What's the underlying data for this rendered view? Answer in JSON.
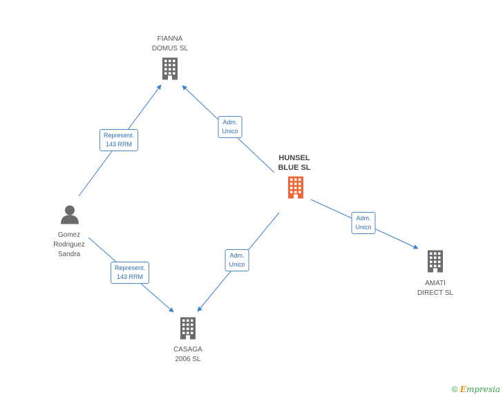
{
  "colors": {
    "edge": "#3a7fc9",
    "node": "#6b6b6b",
    "focus": "#f26835",
    "brand": "#3aa34b"
  },
  "nodes": [
    {
      "id": "fianna",
      "label": "FIANNA\nDOMUS SL",
      "icon": "building-icon"
    },
    {
      "id": "hunsel",
      "label": "HUNSEL\nBLUE SL",
      "icon": "building-icon",
      "focus": true
    },
    {
      "id": "gomez",
      "label": "Gomez\nRodriguez\nSandra",
      "icon": "person-icon"
    },
    {
      "id": "amati",
      "label": "AMATI\nDIRECT SL",
      "icon": "building-icon"
    },
    {
      "id": "casaga",
      "label": "CASAGA\n2006 SL",
      "icon": "building-icon"
    }
  ],
  "edges": [
    {
      "from": "gomez",
      "to": "fianna",
      "label": "Represent.\n143 RRM"
    },
    {
      "from": "hunsel",
      "to": "fianna",
      "label": "Adm.\nUnico"
    },
    {
      "from": "hunsel",
      "to": "amati",
      "label": "Adm.\nUnico"
    },
    {
      "from": "hunsel",
      "to": "casaga",
      "label": "Adm.\nUnico"
    },
    {
      "from": "gomez",
      "to": "casaga",
      "label": "Represent.\n143 RRM"
    }
  ],
  "footer": {
    "copyright": "©",
    "brand_first": "E",
    "brand_rest": "mpresia"
  }
}
